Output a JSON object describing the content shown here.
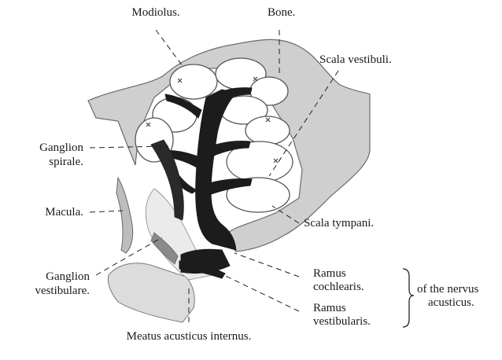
{
  "labels": {
    "modiolus": "Modiolus.",
    "bone": "Bone.",
    "scala_vestibuli": "Scala vestibuli.",
    "ganglion_spirale_1": "Ganglion",
    "ganglion_spirale_2": "spirale.",
    "macula": "Macula.",
    "scala_tympani": "Scala tympani.",
    "ganglion_vestibulare_1": "Ganglion",
    "ganglion_vestibulare_2": "vestibulare.",
    "ramus_cochlearis_1": "Ramus",
    "ramus_cochlearis_2": "cochlearis.",
    "ramus_vestibularis_1": "Ramus",
    "ramus_vestibularis_2": "vestibularis.",
    "nervus_1": "of the nervus",
    "nervus_2": "acusticus.",
    "meatus": "Meatus acusticus internus."
  },
  "colors": {
    "bone": "#cfcfcf",
    "nerve": "#1c1c1c",
    "outline": "#555555",
    "text": "#1a1a1a"
  }
}
